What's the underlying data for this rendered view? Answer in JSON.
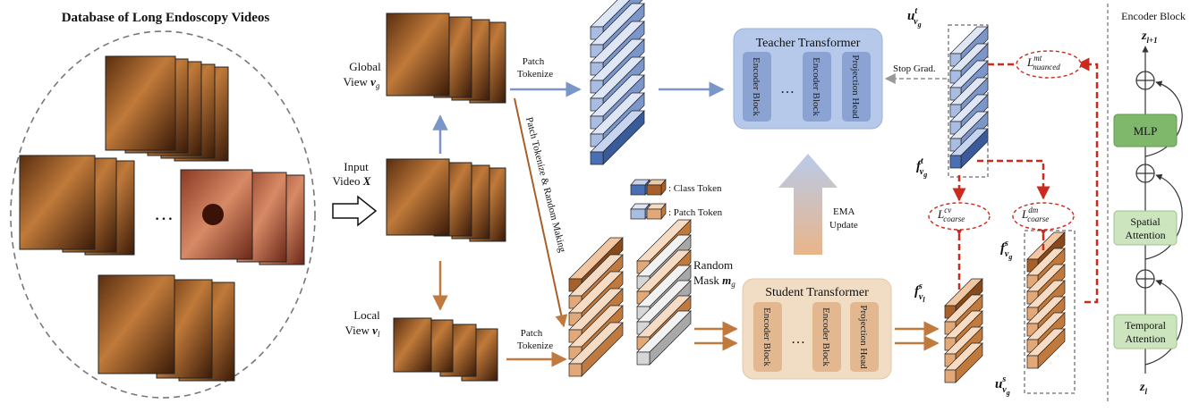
{
  "database_title": "Database of Long Endoscopy Videos",
  "ellipsis": "…",
  "input_video": {
    "line1": "Input",
    "line2": "Video",
    "symbol": "X"
  },
  "global_view": {
    "line1": "Global",
    "line2": "View",
    "symbol": "v",
    "sub": "g"
  },
  "local_view": {
    "line1": "Local",
    "line2": "View",
    "symbol": "v",
    "sub": "l"
  },
  "patch_tokenize_top": {
    "line1": "Patch",
    "line2": "Tokenize"
  },
  "patch_tokenize_bottom": {
    "line1": "Patch",
    "line2": "Tokenize"
  },
  "patch_tokenize_random": "Patch Tokenize & Random Making",
  "random_mask": {
    "line1": "Random",
    "line2": "Mask",
    "symbol": "m",
    "sub": "g"
  },
  "legend": {
    "class_token": ": Class Token",
    "patch_token": ": Patch Token"
  },
  "teacher": {
    "title": "Teacher Transformer",
    "blocks": [
      "Encoder Block",
      "Encoder Block",
      "Projection Head"
    ],
    "ellipsis": "…"
  },
  "student": {
    "title": "Student Transformer",
    "blocks": [
      "Encoder Block",
      "Encoder Block",
      "Projection Head"
    ],
    "ellipsis": "…"
  },
  "ema": {
    "line1": "EMA",
    "line2": "Update"
  },
  "stop_grad": "Stop Grad.",
  "symbols": {
    "u_t": {
      "base": "u",
      "sup": "t",
      "sub": "v",
      "subsub": "g"
    },
    "f_t": {
      "base": "f",
      "sup": "t",
      "sub": "v",
      "subsub": "g"
    },
    "f_s_l": {
      "base": "f",
      "sup": "s",
      "sub": "v",
      "subsub": "l"
    },
    "f_s_g": {
      "base": "f",
      "sup": "s",
      "sub": "v",
      "subsub": "g"
    },
    "u_s": {
      "base": "u",
      "sup": "s",
      "sub": "v",
      "subsub": "g"
    }
  },
  "losses": {
    "nuanced": {
      "base": "L",
      "sup": "mt",
      "sub": "nuanced"
    },
    "coarse_cv": {
      "base": "L",
      "sup": "cv",
      "sub": "coarse"
    },
    "coarse_dm": {
      "base": "L",
      "sup": "dm",
      "sub": "coarse"
    }
  },
  "encoder_block": {
    "title": "Encoder Block",
    "top": {
      "base": "z",
      "sub": "l+1"
    },
    "bottom": {
      "base": "z",
      "sub": "l"
    },
    "mlp": "MLP",
    "spatial": {
      "line1": "Spatial",
      "line2": "Attention"
    },
    "temporal": {
      "line1": "Temporal",
      "line2": "Attention"
    }
  },
  "colors": {
    "blue": "#8fa8d8",
    "blue_dark": "#4a6fb5",
    "orange": "#d9935a",
    "orange_dark": "#a8602a",
    "gray": "#c9c9c9",
    "red_dash": "#cc2a1e",
    "teacher_bg": "#b6c9ea",
    "student_bg": "#f1dcc4",
    "green": "#7fb86a",
    "green_light": "#cde5bf"
  }
}
